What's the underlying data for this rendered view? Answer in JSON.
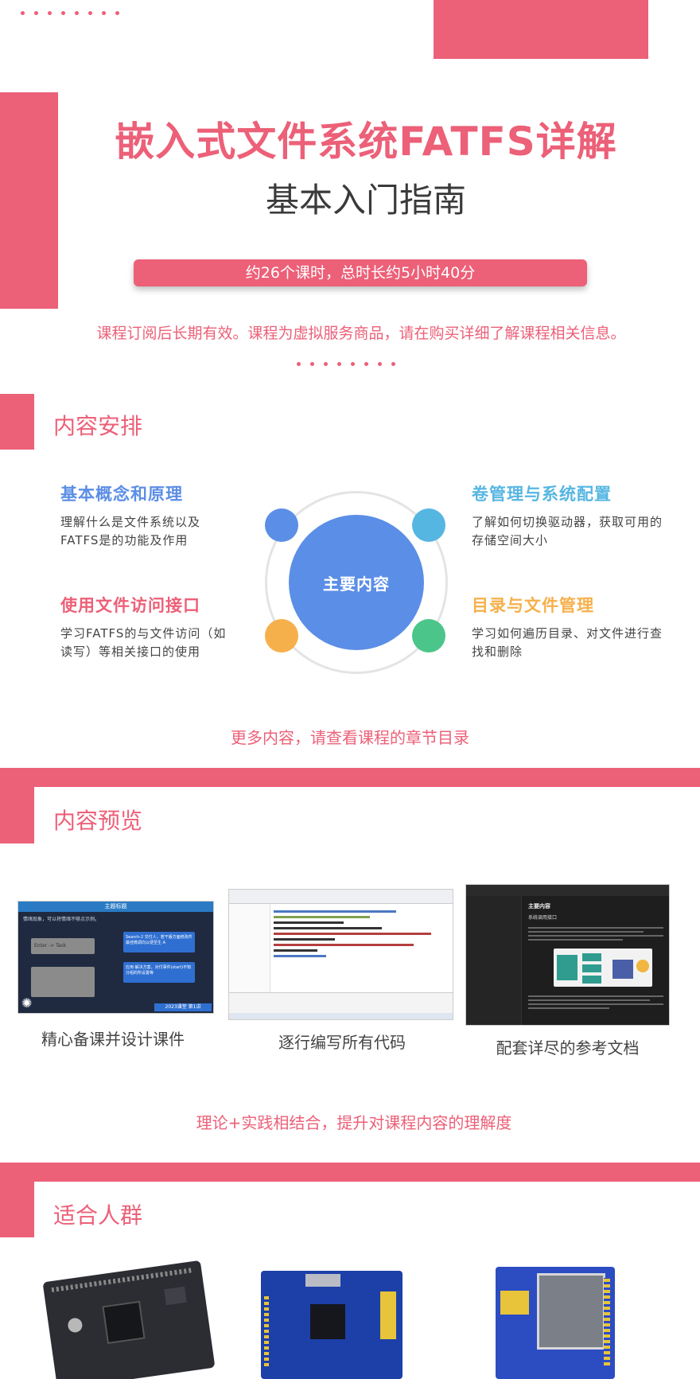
{
  "header": {
    "title": "嵌入式文件系统FATFS详解",
    "subtitle": "基本入门指南",
    "duration": "约26个课时，总时长约5小时40分",
    "notice": "课程订阅后长期有效。课程为虚拟服务商品，请在购买详细了解课程相关信息。"
  },
  "content_section": {
    "title": "内容安排",
    "center_label": "主要内容",
    "topics": [
      {
        "title": "基本概念和原理",
        "desc": "理解什么是文件系统以及FATFS是的功能及作用",
        "color": "#5b8ee6"
      },
      {
        "title": "卷管理与系统配置",
        "desc": "了解如何切换驱动器，获取可用的存储空间大小",
        "color": "#56b6e2"
      },
      {
        "title": "使用文件访问接口",
        "desc": "学习FATFS的与文件访问（如读写）等相关接口的使用",
        "color": "#ec6078"
      },
      {
        "title": "目录与文件管理",
        "desc": "学习如何遍历目录、对文件进行查找和删除",
        "color": "#f6b04b"
      }
    ],
    "more": "更多内容，请查看课程的章节目录"
  },
  "preview_section": {
    "title": "内容预览",
    "items": [
      {
        "caption": "精心备课并设计课件"
      },
      {
        "caption": "逐行编写所有代码"
      },
      {
        "caption": "配套详尽的参考文档"
      }
    ],
    "slide": {
      "header": "主题标题",
      "note": "情绪现象，可以将情绪不够点示例。",
      "box1": "Enter -> Task",
      "box2": "Search-2 交付人，若干版方面修改件最佳微调向以便至生 A",
      "box3": "应用·解决方案，对付事件(start)不知分组的所设置等",
      "footer": "2023课堂 第1讲"
    },
    "doc": {
      "heading": "主要内容",
      "subheading": "系统调用接口"
    },
    "footer_text": "理论+实践相结合，提升对课程内容的理解度"
  },
  "audience_section": {
    "title": "适合人群"
  },
  "colors": {
    "accent": "#ec6078",
    "blue": "#5b8ee6",
    "cyan": "#56b6e2",
    "orange": "#f6b04b",
    "green": "#4cc58a"
  }
}
